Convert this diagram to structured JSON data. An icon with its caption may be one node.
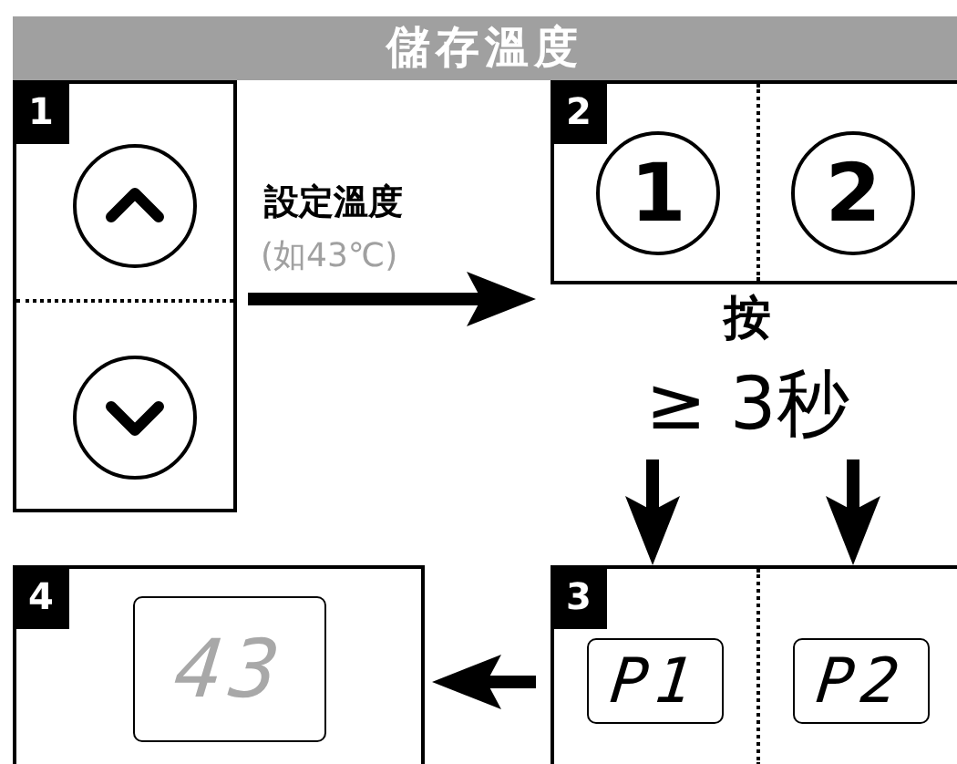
{
  "diagram": {
    "title": "儲存溫度",
    "nodes": [
      {
        "text": [
          "1"
        ]
      },
      {
        "text": [
          "2"
        ]
      },
      {
        "text": [
          "1"
        ],
        "in": 1
      },
      {
        "text": [
          "2"
        ],
        "in": 1
      },
      {
        "text": [
          "按",
          "≥ 3秒"
        ]
      },
      {
        "text": [
          "4"
        ]
      },
      {
        "text": [
          "43"
        ],
        "in": 5
      },
      {
        "text": [
          "3"
        ]
      },
      {
        "text": [
          "P1"
        ],
        "in": 7
      },
      {
        "text": [
          "P2"
        ],
        "in": 7
      }
    ],
    "edges": [
      {
        "from": 0,
        "to": 1,
        "arrow": "to",
        "label": "設定溫度"
      },
      {
        "from": 4,
        "to": 7,
        "arrow": "to"
      },
      {
        "from": 4,
        "to": 7,
        "arrow": "to"
      },
      {
        "from": 7,
        "to": 5,
        "arrow": "to"
      }
    ],
    "labels": [
      "(如43℃)"
    ]
  }
}
